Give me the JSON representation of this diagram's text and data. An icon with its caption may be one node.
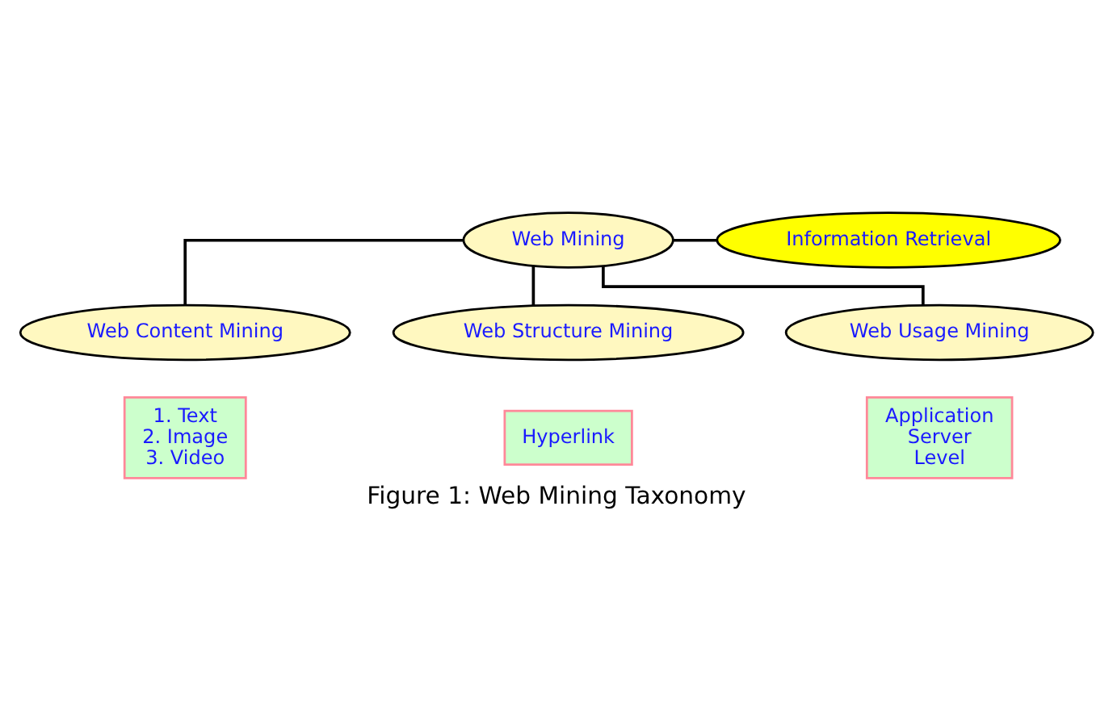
{
  "diagram": {
    "caption": "Figure 1: Web Mining Taxonomy",
    "nodes": [
      {
        "text": [
          "Web Mining"
        ]
      },
      {
        "text": [
          "Information Retrieval"
        ]
      },
      {
        "text": [
          "Web Content Mining"
        ]
      },
      {
        "text": [
          "Web Structure Mining"
        ]
      },
      {
        "text": [
          "Web Usage Mining"
        ]
      },
      {
        "text": [
          "1. Text",
          "2. Image",
          "3. Video"
        ]
      },
      {
        "text": [
          "Hyperlink"
        ]
      },
      {
        "text": [
          "Application",
          "Server",
          "Level"
        ]
      }
    ],
    "edges": [
      {
        "from": 0,
        "to": 1,
        "arrow": "none"
      },
      {
        "from": 0,
        "to": 2,
        "arrow": "none"
      },
      {
        "from": 0,
        "to": 3,
        "arrow": "none"
      },
      {
        "from": 0,
        "to": 4,
        "arrow": "none"
      }
    ]
  }
}
